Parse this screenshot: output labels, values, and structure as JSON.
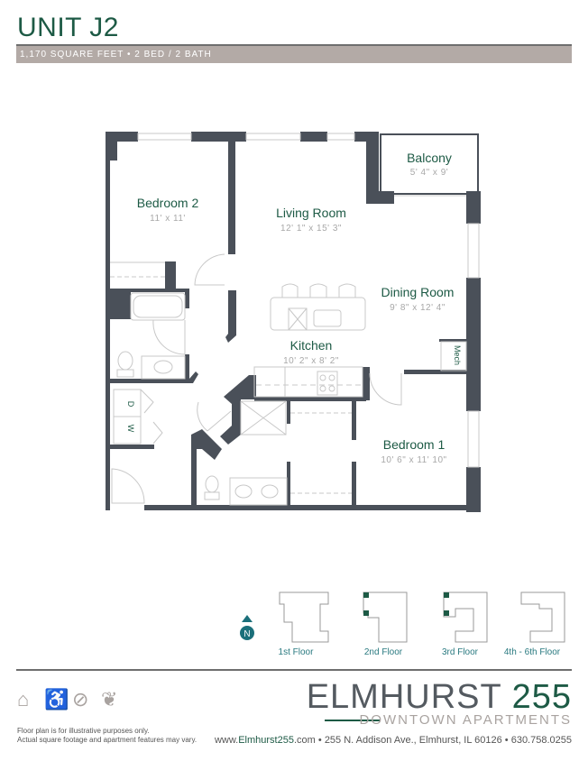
{
  "header": {
    "title": "UNIT J2",
    "subtitle": "1,170 SQUARE FEET  •  2 BED / 2 BATH"
  },
  "rooms": [
    {
      "name": "Bedroom 2",
      "dims": "11' x 11'"
    },
    {
      "name": "Living Room",
      "dims": "12' 1\" x 15' 3\""
    },
    {
      "name": "Balcony",
      "dims": "5' 4\" x 9'"
    },
    {
      "name": "Dining Room",
      "dims": "9' 8\" x 12' 4\""
    },
    {
      "name": "Kitchen",
      "dims": "10' 2\" x 8' 2\""
    },
    {
      "name": "Bedroom 1",
      "dims": "10' 6\" x 11' 10\""
    }
  ],
  "fixtures": {
    "mech": "Mech",
    "dryer": "D",
    "washer": "W"
  },
  "compass": {
    "label": "N",
    "color": "#1b6f7a"
  },
  "floors": [
    {
      "label": "1st Floor"
    },
    {
      "label": "2nd Floor"
    },
    {
      "label": "3rd Floor"
    },
    {
      "label": "4th - 6th Floor"
    }
  ],
  "amenity_icons": [
    "equal-housing-icon",
    "accessible-icon",
    "no-smoking-icon",
    "pet-friendly-icon"
  ],
  "brand": {
    "name": "ELMHURST",
    "number": "255",
    "tagline": "DOWNTOWN APARTMENTS"
  },
  "footer": {
    "disclaimer_1": "Floor plan is for illustrative purposes only.",
    "disclaimer_2": "Actual square footage and apartment features may vary.",
    "website_prefix": "www.",
    "website_name": "Elmhurst255",
    "website_suffix": ".com",
    "address": "255 N. Addison Ave., Elmhurst, IL 60126",
    "phone": "630.758.0255",
    "separator": "•"
  },
  "colors": {
    "brand_green": "#1d5a45",
    "wall": "#4a5059",
    "bar": "#b3aaa6",
    "accent_teal": "#1b6f7a"
  }
}
